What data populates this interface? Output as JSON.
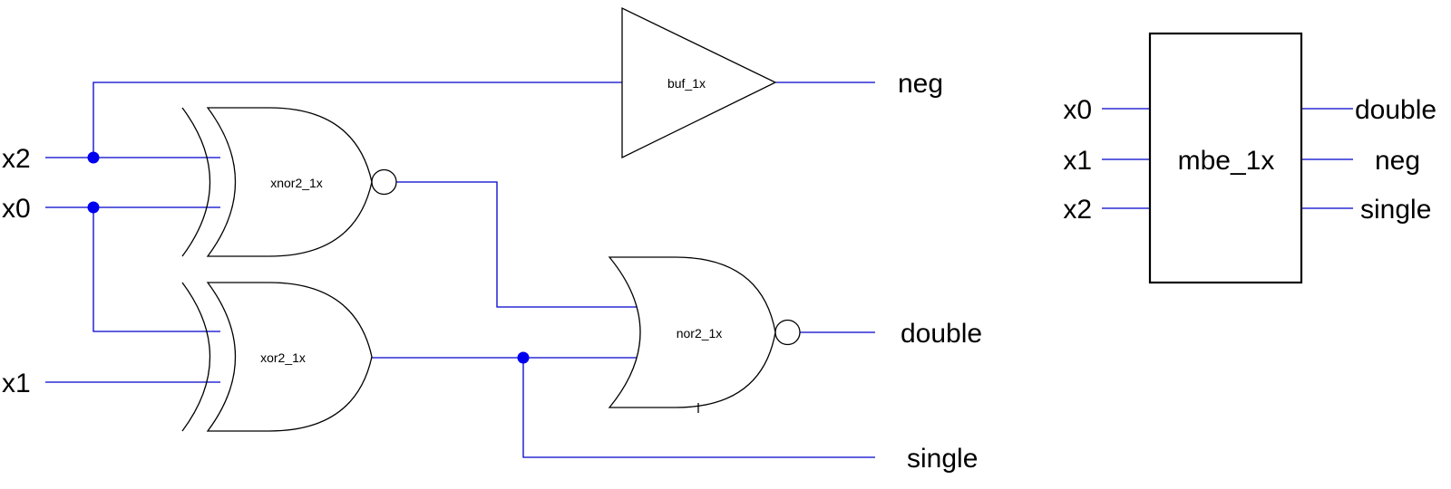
{
  "schematic": {
    "inputs": [
      "x2",
      "x0",
      "x1"
    ],
    "outputs": [
      "neg",
      "double",
      "single"
    ],
    "gates": {
      "buf": "buf_1x",
      "xnor": "xnor2_1x",
      "xor": "xor2_1x",
      "nor": "nor2_1x"
    }
  },
  "symbol": {
    "name": "mbe_1x",
    "inputs": [
      "x0",
      "x1",
      "x2"
    ],
    "outputs": [
      "double",
      "neg",
      "single"
    ]
  },
  "colors": {
    "wire": "#0000cc",
    "junction": "#0000ee",
    "outline": "#000000"
  }
}
